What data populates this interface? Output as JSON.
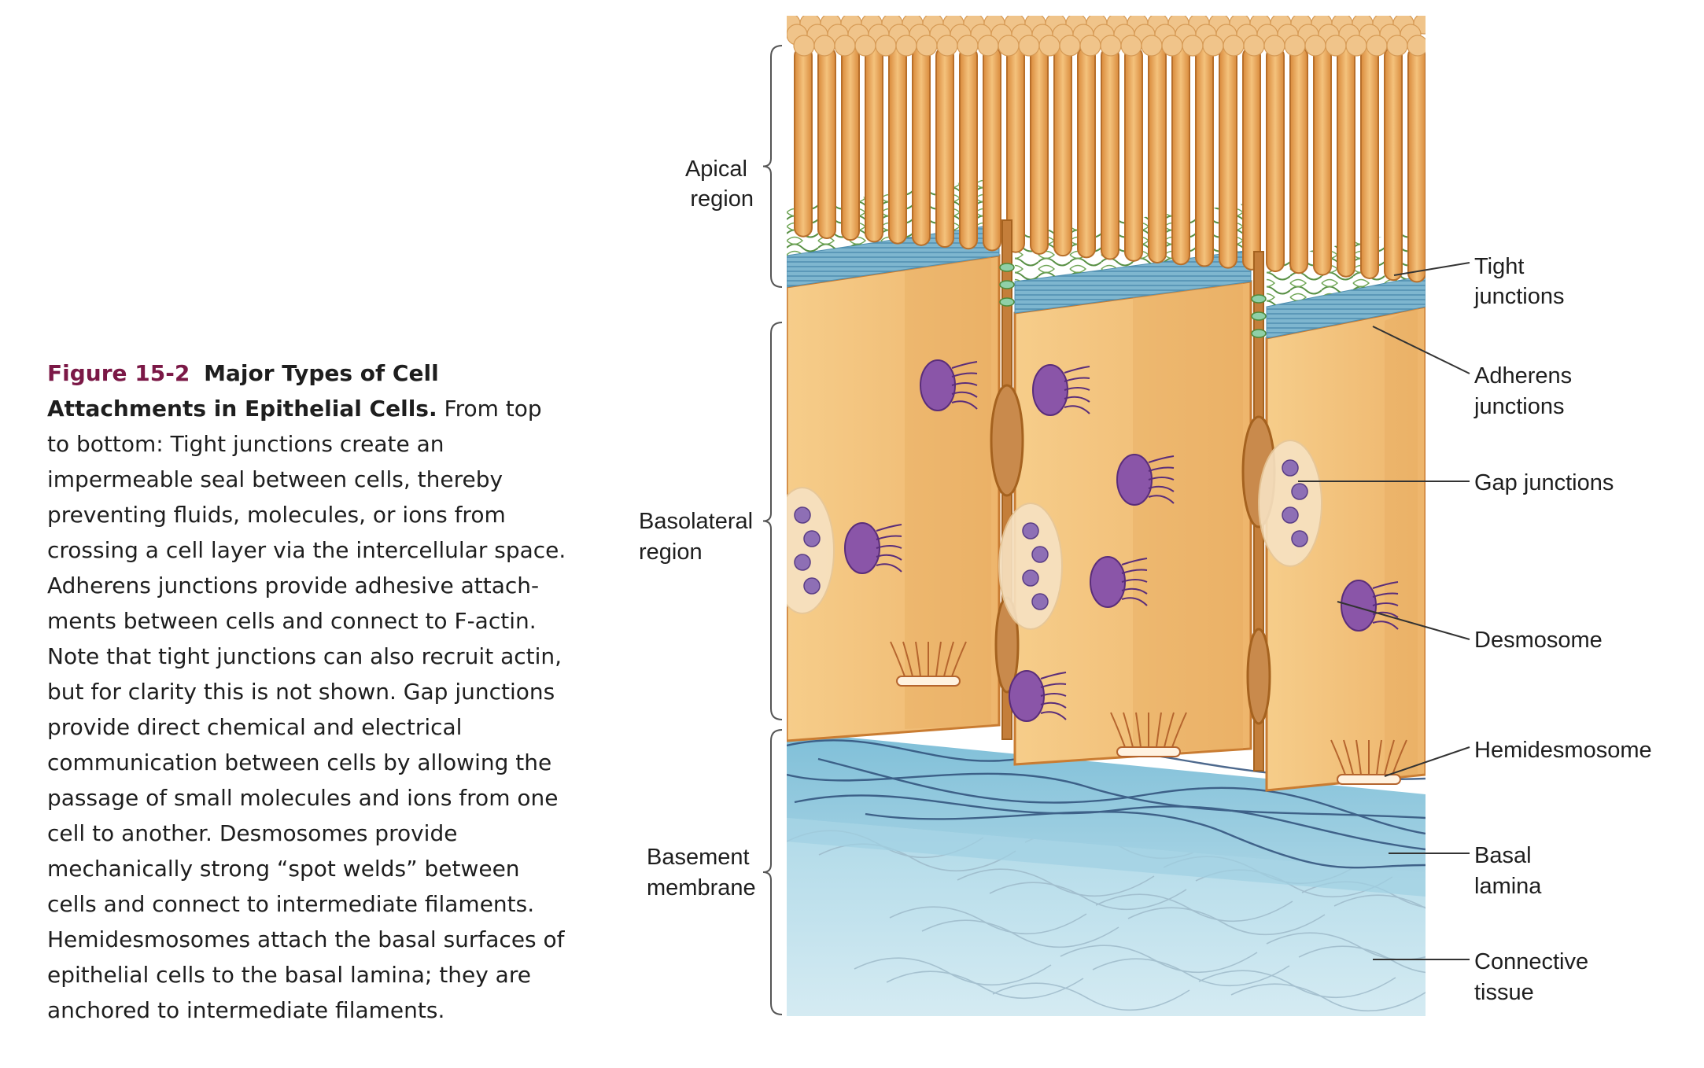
{
  "caption": {
    "figure_label": "Figure 15-2",
    "title": "Major Types of Cell Attachments in Epithelial Cells.",
    "body": "From top to bottom: Tight junctions create an impermeable seal between cells, thereby preventing fluids, molecules, or ions from crossing a cell layer via the intercellular space. Adherens junctions provide adhesive attach­ments between cells and connect to F-actin. Note that tight junctions can also recruit actin, but for clarity this is not shown. Gap junctions provide direct chemical and electri­cal communication between cells by allowing the passage of small molecules and ions from one cell to another. Desmosomes provide mechanically strong “spot welds” between cells and connect to intermediate filaments. Hemidesmosomes attach the basal surfaces of epithelial cells to the basal lamina; they are anchored to intermediate filaments."
  },
  "regions": {
    "apical": [
      "Apical",
      "region"
    ],
    "basolateral": [
      "Basolateral",
      "region"
    ],
    "basement": [
      "Basement",
      "membrane"
    ]
  },
  "labels": {
    "tight_junctions": [
      "Tight",
      "junctions"
    ],
    "adherens_junctions": [
      "Adherens",
      "junctions"
    ],
    "gap_junctions": [
      "Gap junctions"
    ],
    "desmosome": [
      "Desmosome"
    ],
    "hemidesmosome": [
      "Hemidesmosome"
    ],
    "basal_lamina": [
      "Basal",
      "lamina"
    ],
    "connective_tissue": [
      "Connective",
      "tissue"
    ]
  },
  "colors": {
    "cell_face": "#f3c27a",
    "cell_side": "#e6a95c",
    "cell_outline": "#c97c32",
    "microvilli": "#eba962",
    "tight_junction_mesh": "#4f8a3a",
    "adherens_band": "#6aa7c4",
    "desmosome": "#8a55a8",
    "gap_junction": "#8e6fb5",
    "hemidesmosome": "#b5652e",
    "basal_lamina": "#8ec7dd",
    "connective_tissue": "#cbe6f0",
    "caption_label": "#7b1846"
  }
}
